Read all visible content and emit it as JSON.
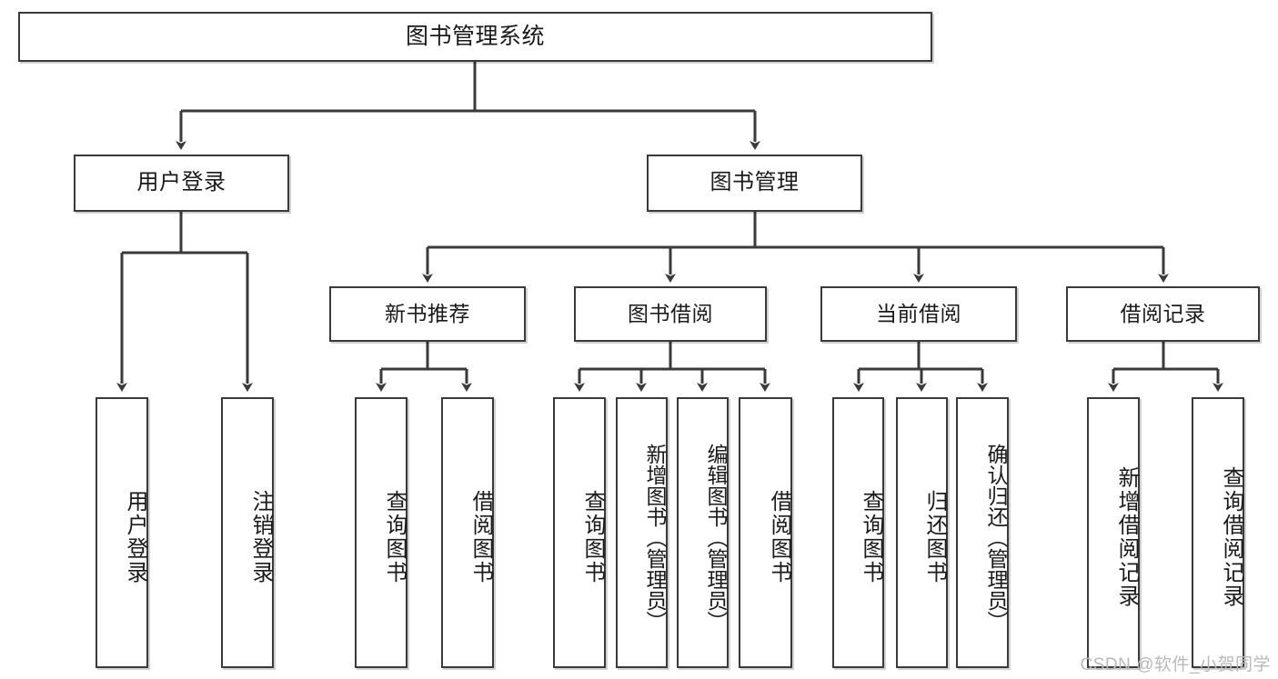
{
  "diagram": {
    "title": "图书管理系统",
    "type": "tree-hierarchy-diagram",
    "watermark": "CSDN @软件_小贺同学",
    "colors": {
      "border": "#3a3a3a",
      "background": "#ffffff",
      "text": "#1a1a1a",
      "watermark": "#b9b9b9"
    },
    "root": {
      "label": "图书管理系统"
    },
    "level1": [
      {
        "label": "用户登录"
      },
      {
        "label": "图书管理"
      }
    ],
    "level2": [
      {
        "label": "新书推荐"
      },
      {
        "label": "图书借阅"
      },
      {
        "label": "当前借阅"
      },
      {
        "label": "借阅记录"
      }
    ],
    "leaves": [
      {
        "label": "用户登录"
      },
      {
        "label": "注销登录"
      },
      {
        "label": "查询图书"
      },
      {
        "label": "借阅图书"
      },
      {
        "label": "查询图书"
      },
      {
        "label": "新增图书（管理员）"
      },
      {
        "label": "编辑图书（管理员）"
      },
      {
        "label": "借阅图书"
      },
      {
        "label": "查询图书"
      },
      {
        "label": "归还图书"
      },
      {
        "label": "确认归还（管理员）"
      },
      {
        "label": "新增借阅记录"
      },
      {
        "label": "查询借阅记录"
      }
    ]
  }
}
